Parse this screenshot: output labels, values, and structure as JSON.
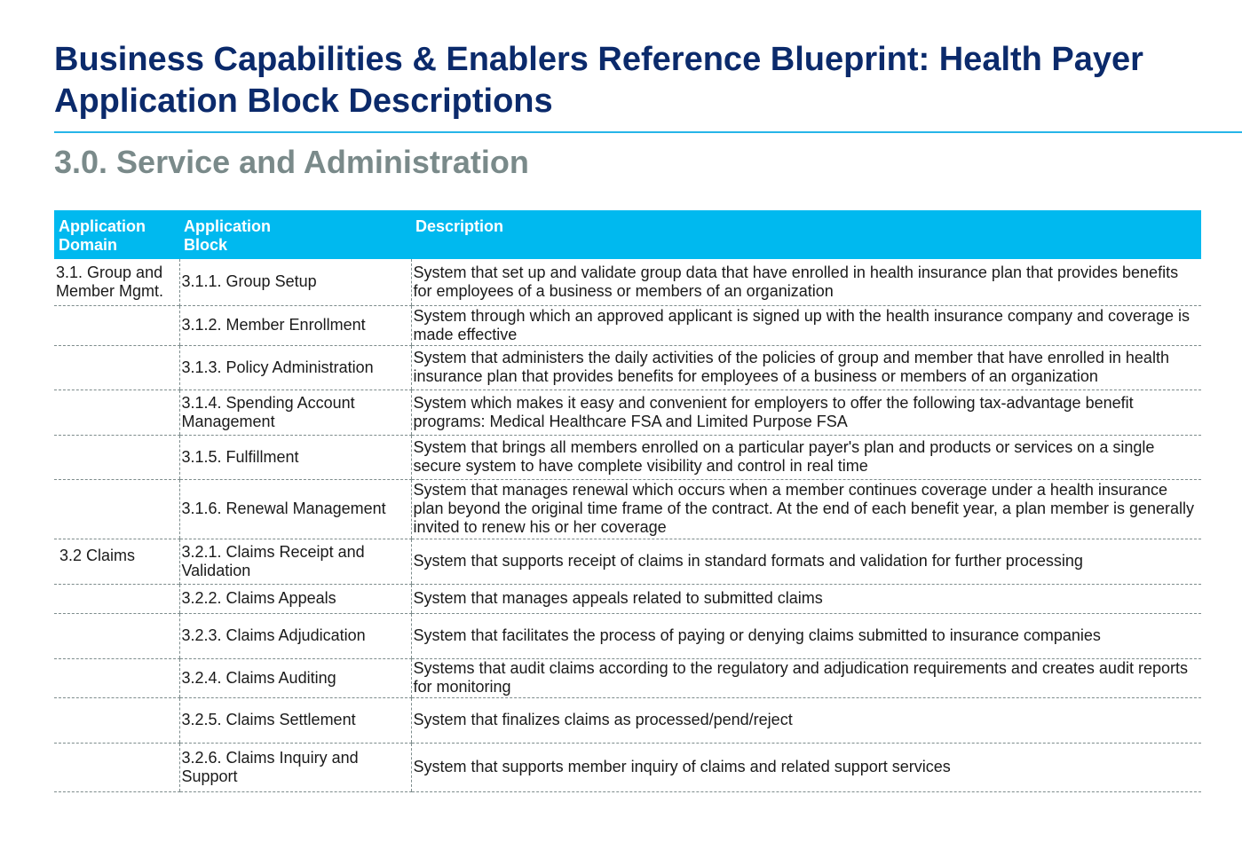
{
  "page": {
    "title": "Business Capabilities & Enablers Reference Blueprint: Health Payer Application Block Descriptions",
    "section_title": "3.0. Service and Administration"
  },
  "table": {
    "headers": [
      "Application\nDomain",
      "Application\nBlock",
      "Description"
    ],
    "rows": [
      {
        "domain": "3.1. Group and Member Mgmt.",
        "block": "3.1.1. Group Setup",
        "description": "System that set up and validate group data that have enrolled in health insurance plan that provides benefits for employees of a business or members of an organization"
      },
      {
        "domain": "",
        "block": "3.1.2. Member Enrollment",
        "description": "System through which an approved applicant is signed up with the health insurance company and coverage is made effective"
      },
      {
        "domain": "",
        "block": "3.1.3. Policy Administration",
        "description": "System that administers the daily activities of the policies of group and member that have enrolled in health insurance plan that provides benefits for employees of a business or members of an organization"
      },
      {
        "domain": "",
        "block": "3.1.4. Spending Account Management",
        "description": "System which makes it easy and convenient for employers to offer the following tax-advantage benefit programs: Medical Healthcare FSA and  Limited Purpose FSA"
      },
      {
        "domain": "",
        "block": "3.1.5. Fulfillment",
        "description": "System that brings all members enrolled on a particular payer's plan and products or services on a single secure system to have complete visibility and control in real time"
      },
      {
        "domain": "",
        "block": "3.1.6. Renewal Management",
        "description": "System that manages renewal which occurs when a member continues coverage under a health insurance plan beyond the original time frame of the contract. At the end of each benefit year, a plan member is generally invited to renew his or her coverage"
      },
      {
        "domain": "3.2 Claims",
        "block": "3.2.1. Claims Receipt and Validation",
        "description": "System that supports receipt of claims in standard formats and validation for further processing"
      },
      {
        "domain": "",
        "block": "3.2.2. Claims Appeals",
        "description": "System that manages appeals related to submitted claims"
      },
      {
        "domain": "",
        "block": "3.2.3. Claims Adjudication",
        "description": "System that facilitates the process of paying or denying claims submitted to insurance companies"
      },
      {
        "domain": "",
        "block": "3.2.4. Claims Auditing",
        "description": "Systems that audit claims according to the regulatory and adjudication requirements and creates audit reports for monitoring"
      },
      {
        "domain": "",
        "block": "3.2.5. Claims Settlement",
        "description": "System that finalizes claims as processed/pend/reject"
      },
      {
        "domain": "",
        "block": "3.2.6. Claims Inquiry and Support",
        "description": "System that supports member inquiry of claims and related support services"
      }
    ]
  },
  "colors": {
    "title": "#0b2a6b",
    "accent": "#00b9ef",
    "section": "#7a8a8a"
  }
}
